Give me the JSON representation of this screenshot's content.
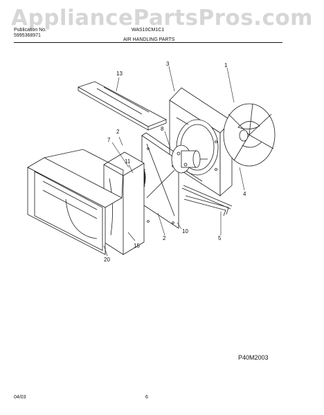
{
  "watermark": "AppliancePartsPros.com",
  "header": {
    "publication_label": "Publication No.",
    "publication_number": "5995368971",
    "model": "WAS10CM1C1",
    "section_title": "AIR HANDLING PARTS"
  },
  "callouts": {
    "c13": "13",
    "c3": "3",
    "c1": "1",
    "c8": "8",
    "c2a": "2",
    "c7": "7",
    "c11": "11",
    "c4": "4",
    "c10": "10",
    "c2b": "2",
    "c5": "5",
    "c15": "15",
    "c20": "20"
  },
  "diagram_code": "P40M2003",
  "footer": {
    "date": "04/03",
    "page": "6"
  }
}
